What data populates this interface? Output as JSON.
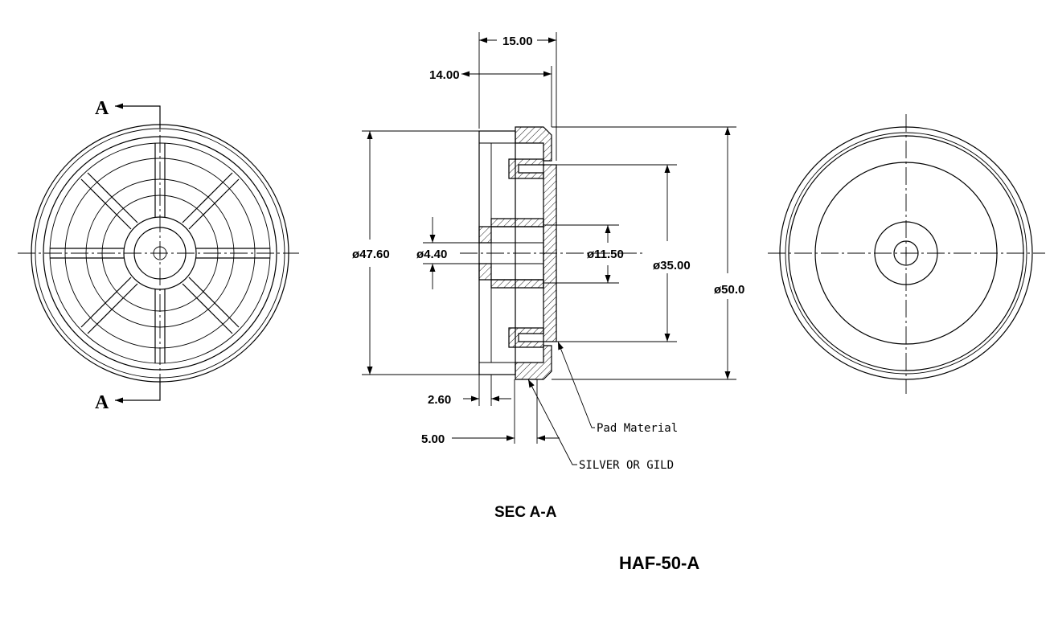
{
  "dimensions": {
    "overall_width": "15.00",
    "body_width": "14.00",
    "inner_diameter": "ø47.60",
    "bore_diameter": "ø4.40",
    "hub_diameter": "ø11.50",
    "pad_diameter": "ø35.00",
    "outer_diameter": "ø50.0",
    "wall_thickness": "2.60",
    "hub_depth": "5.00"
  },
  "notes": {
    "pad_material": "Pad Material",
    "plating": "SILVER OR GILD"
  },
  "section_markers": {
    "top": "A",
    "bottom": "A"
  },
  "section_title": "SEC A-A",
  "part_number": "HAF-50-A"
}
